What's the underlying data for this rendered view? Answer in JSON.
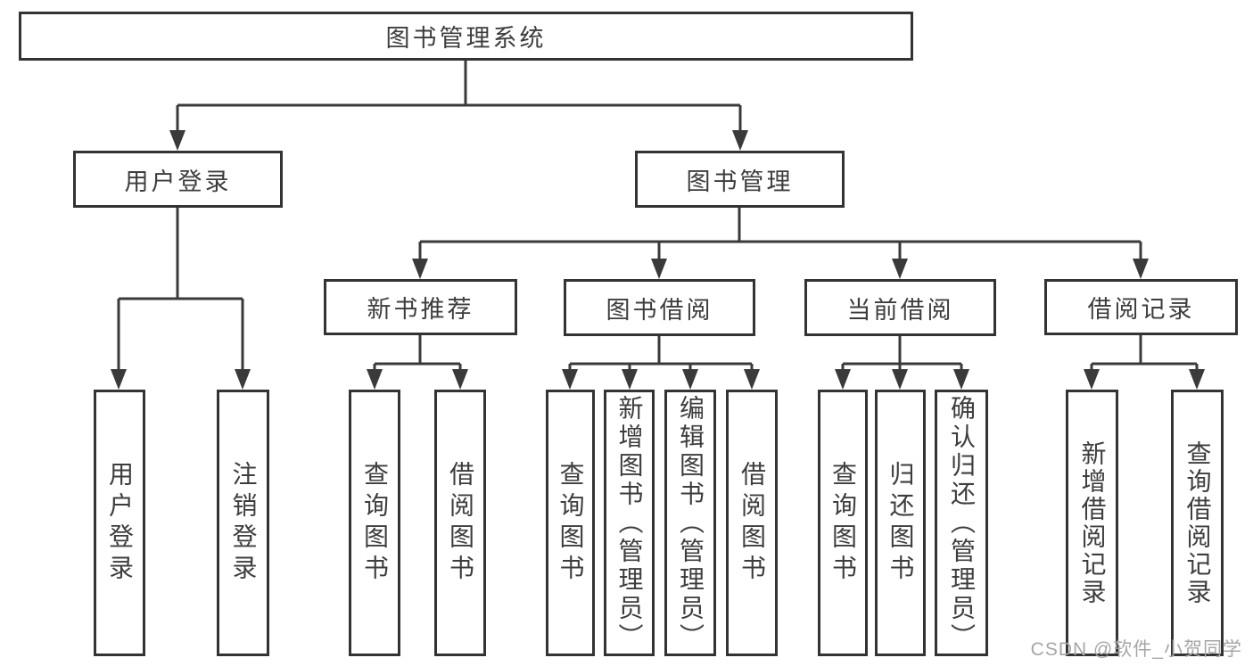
{
  "nodes": {
    "root": "图书管理系统",
    "user_login": "用户登录",
    "book_management": "图书管理",
    "new_book_recommend": "新书推荐",
    "book_borrowing": "图书借阅",
    "current_borrowing": "当前借阅",
    "borrowing_records": "借阅记录",
    "leaf_user_login": "用户登录",
    "leaf_logout_login": "注销登录",
    "leaf_query_books_1": "查询图书",
    "leaf_borrow_books_1": "借阅图书",
    "leaf_query_books_2": "查询图书",
    "leaf_add_books_admin": "新增图书（管理员）",
    "leaf_edit_books_admin": "编辑图书（管理员）",
    "leaf_borrow_books_2": "借阅图书",
    "leaf_query_books_3": "查询图书",
    "leaf_return_books": "归还图书",
    "leaf_confirm_return_admin": "确认归还（管理员）",
    "leaf_add_borrow_record": "新增借阅记录",
    "leaf_query_borrow_record": "查询借阅记录"
  },
  "tree": {
    "图书管理系统": {
      "用户登录": [
        "用户登录",
        "注销登录"
      ],
      "图书管理": {
        "新书推荐": [
          "查询图书",
          "借阅图书"
        ],
        "图书借阅": [
          "查询图书",
          "新增图书（管理员）",
          "编辑图书（管理员）",
          "借阅图书"
        ],
        "当前借阅": [
          "查询图书",
          "归还图书",
          "确认归还（管理员）"
        ],
        "借阅记录": [
          "新增借阅记录",
          "查询借阅记录"
        ]
      }
    }
  },
  "watermark": "CSDN @软件_小贺同学",
  "colors": {
    "line": "#3a3a3a",
    "box_border": "#333333",
    "text": "#3d3d3d",
    "watermark": "#a6a6a6",
    "background": "#ffffff"
  }
}
